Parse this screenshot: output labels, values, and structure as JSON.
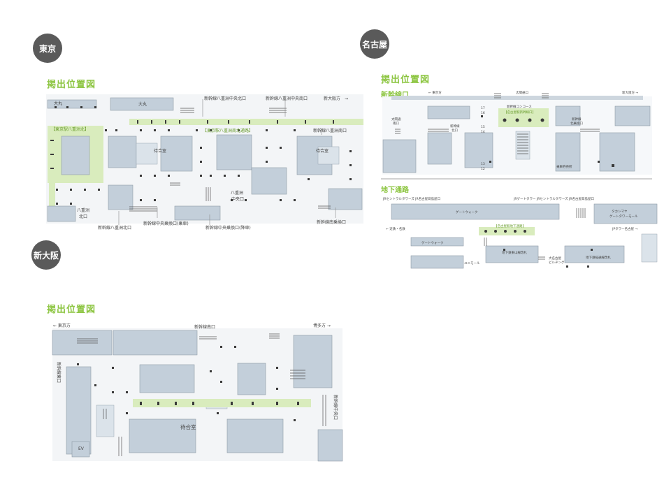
{
  "tokyo": {
    "badge": "東京",
    "heading": "掲出位置図",
    "labels": {
      "daimaru_left": "大丸",
      "daimaru_top": "大丸",
      "yaesu_north": "新幹線八重洲中央北口",
      "yaesu_central_south": "新幹線八重洲中央南口",
      "osaka_dir": "新大阪方　→",
      "green_left": "【東京駅八重洲北】",
      "green_center": "【東京駅八重洲南北通路】",
      "yaesu_south_entrance": "新幹線八重洲南口",
      "waiting_room": "待合室",
      "waiting_room_right": "待合室",
      "yaesu_exit_l1": "八重洲",
      "yaesu_exit_l2": "北口",
      "yaesu_chuo_l1": "八重洲",
      "yaesu_chuo_l2": "中央口",
      "yaesu_north_exit": "新幹線八重洲北口",
      "transfer_south": "新幹線中央乗換口(乗車)",
      "transfer_north": "新幹線中央乗換口(降車)",
      "south_transfer": "新幹線南乗換口"
    }
  },
  "nagoya": {
    "badge": "名古屋",
    "heading": "掲出位置図",
    "section1": "新幹線口",
    "section2": "地下通路",
    "labels": {
      "tokyo_dir": "← 東京方",
      "central_passage": "太閤通口",
      "shin_osaka_dir": "新大阪方 →",
      "shinkansen_concourse": "新幹線コンコース",
      "green_top": "【名古屋駅新幹線口】",
      "taiko_south": "太閤通",
      "taiko_south2": "南口",
      "ticket_1": "新幹線",
      "ticket_2": "北口",
      "shinkansen_n": "新幹線",
      "shinkansen_n2": "北乗換口",
      "boarding_hall": "乗車券売所",
      "tracks_17": "17",
      "tracks_16": "16",
      "tracks_15": "15",
      "tracks_14": "14",
      "tracks_13": "13",
      "tracks_12": "12",
      "jr_central_tower": "JRセントラルタワーズ JR名古屋髙島屋口",
      "jr_gate_tower": "JRゲートタワー JRセントラルタワーズ JR名古屋髙島屋口",
      "gate_walk": "ゲートウォーク",
      "takashimaya": "タカシマヤ",
      "gate_tower_mall": "ゲートタワーモール",
      "jp_tower": "JPタワー名古屋 →",
      "kintetsu": "← 近鉄・名鉄",
      "green_under": "【名古屋駅地下通路】",
      "gate_walk2": "ゲートウォーク",
      "unimall": "ユニモール",
      "subway_higashiyama": "地下鉄東山線改札",
      "daimei_bldg": "大名古屋",
      "daimei_bldg2": "ビルヂング",
      "subway_sakura": "地下鉄桜通線改札"
    }
  },
  "shin_osaka": {
    "badge": "新大阪",
    "heading": "掲出位置図",
    "labels": {
      "tokyo_dir": "← 東京方",
      "south_exit": "新幹線南口",
      "hakata_dir": "博多方 →",
      "east_exit": "新幹線東口",
      "central_exit": "新幹線中央口",
      "waiting_room": "待合室",
      "ev": "EV"
    }
  },
  "colors": {
    "accent_green": "#8cc540",
    "zone_green": "#d9ecbd",
    "building": "#c3cfda",
    "badge": "#5a5a5a"
  }
}
